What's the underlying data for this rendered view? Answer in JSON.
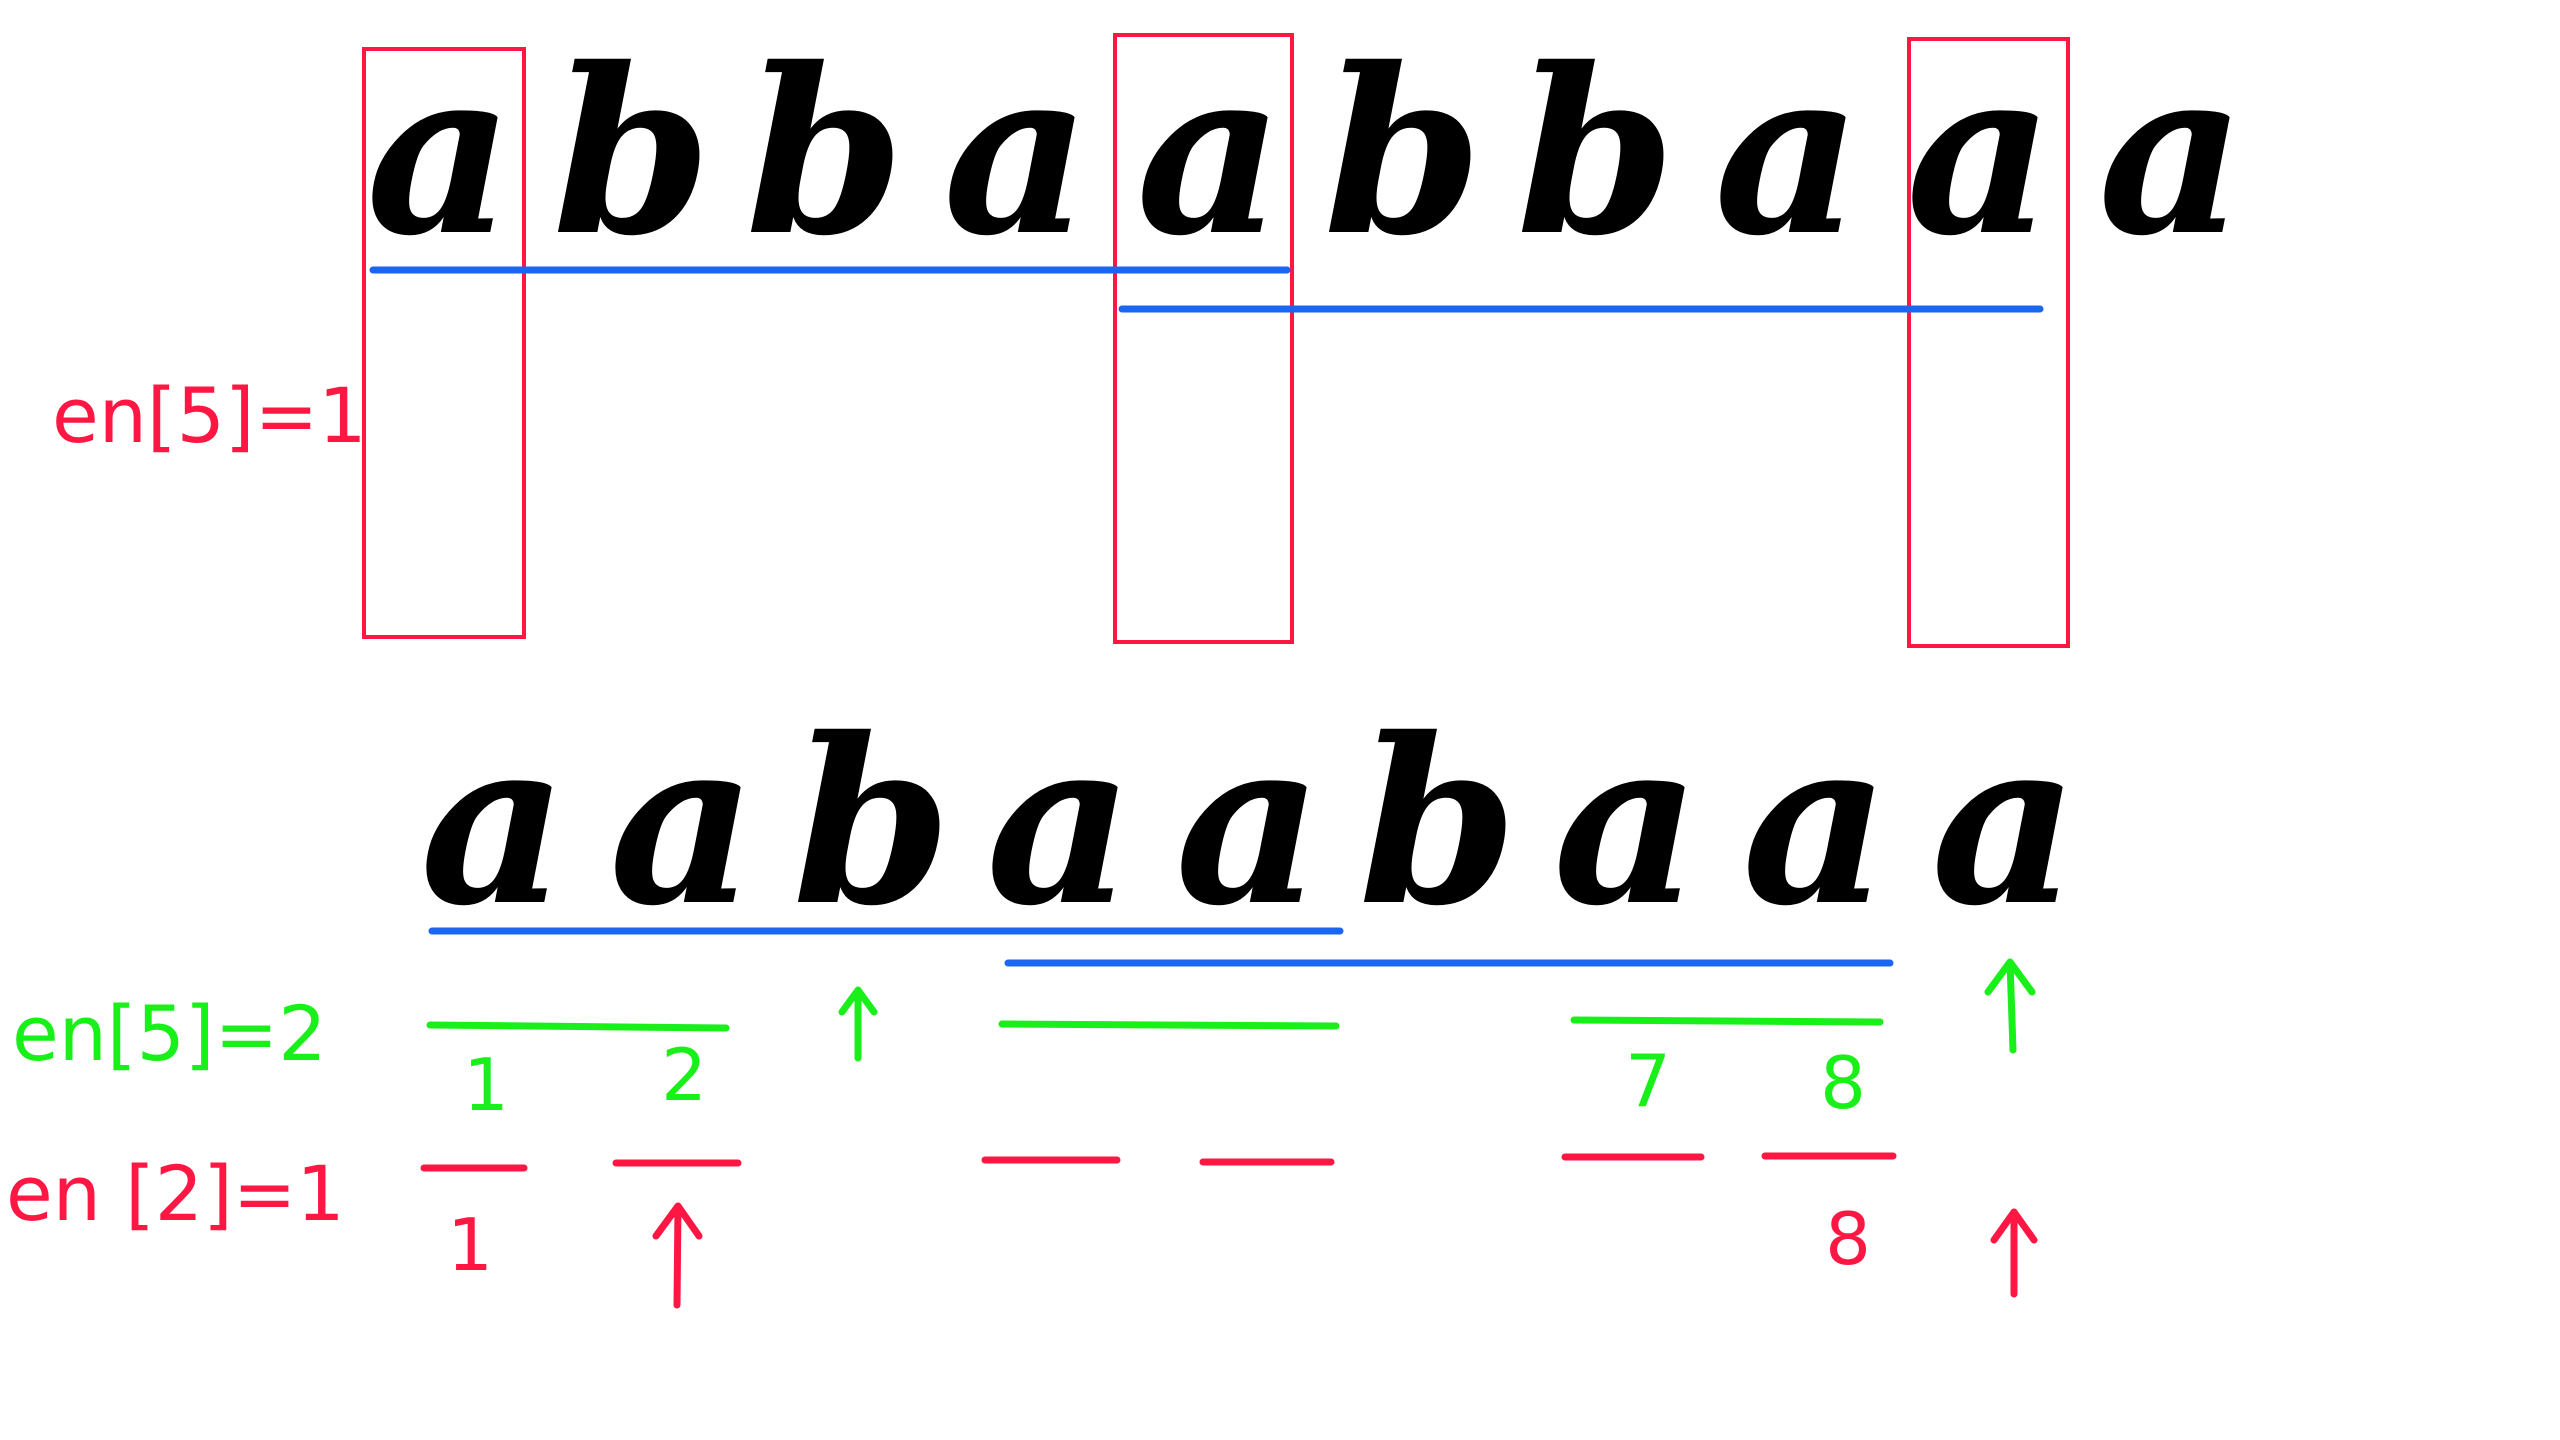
{
  "colors": {
    "text": "#000000",
    "red": "#ff1744",
    "green": "#19f019",
    "blue": "#1a66f0"
  },
  "top": {
    "chars": [
      "a",
      "b",
      "b",
      "a",
      "a",
      "b",
      "b",
      "a",
      "a",
      "a"
    ],
    "label": "en[5]=1"
  },
  "bottom": {
    "chars": [
      "a",
      "a",
      "b",
      "a",
      "a",
      "b",
      "a",
      "a",
      "a"
    ],
    "green_label": "en[5]=2",
    "red_label": "en [2]=1",
    "green_numbers": [
      "1",
      "2",
      "7",
      "8"
    ],
    "red_numbers": [
      "1",
      "8"
    ]
  }
}
